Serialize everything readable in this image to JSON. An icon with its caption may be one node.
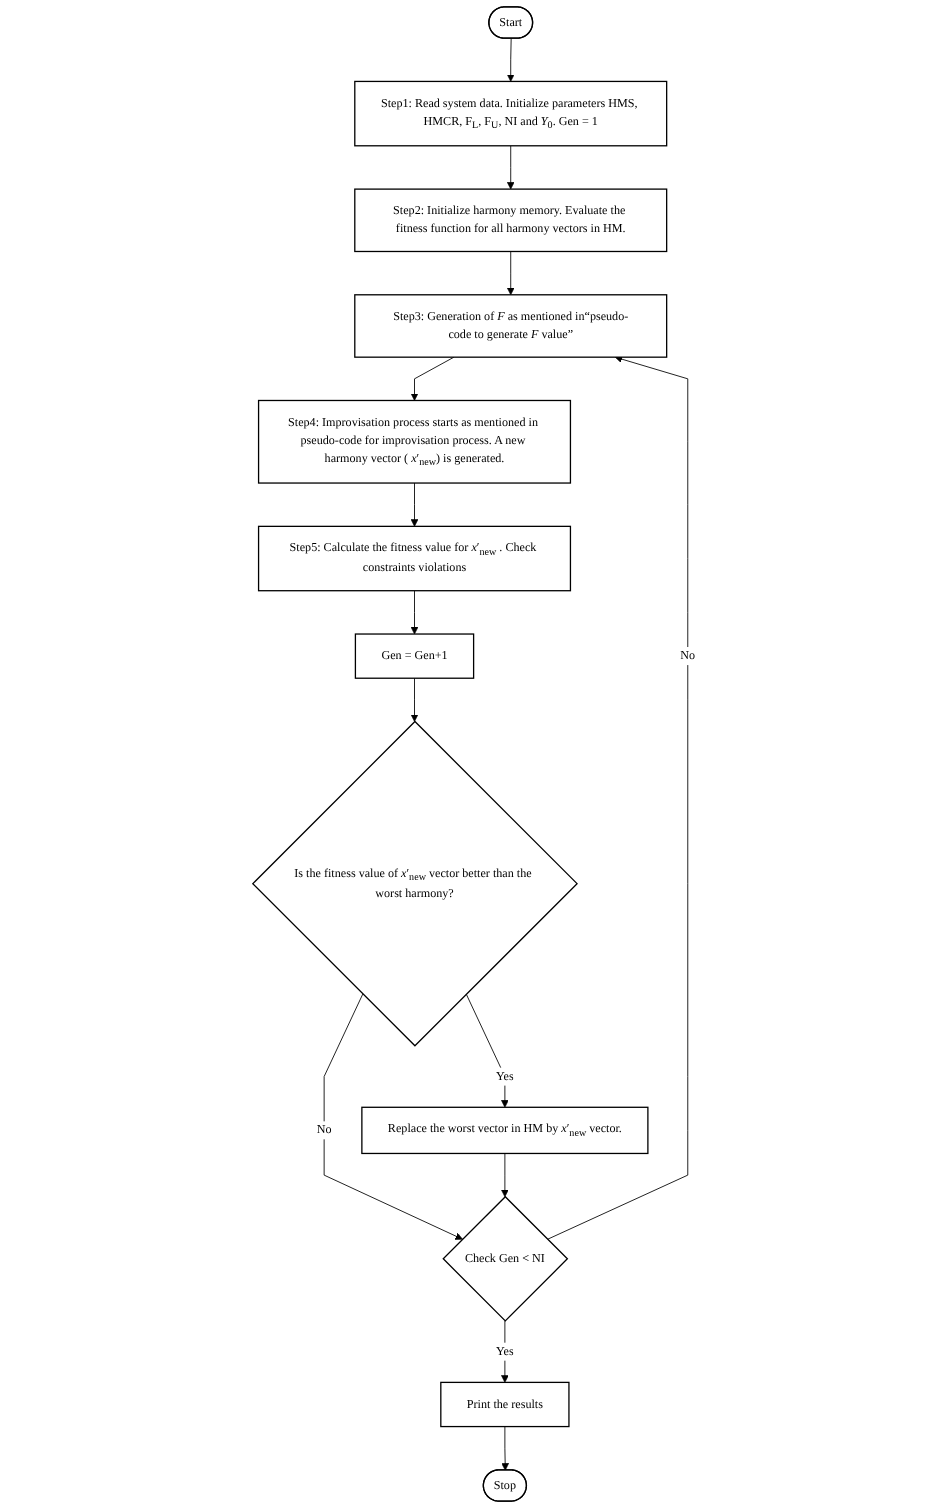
{
  "diagram": {
    "nodes": [
      {
        "text": [
          "Start"
        ]
      },
      {
        "text": [
          "Step1: Read system data. Initialize parameters HMS, HMCR, F$_{L}$, F$_{U}$, NI and *Y*$_{0}$. Gen = 1"
        ]
      },
      {
        "text": [
          "Step2: Initialize harmony memory. Evaluate the fitness function for all harmony vectors in HM."
        ]
      },
      {
        "text": [
          "Step3: Generation of *F* as mentioned in“pseudo-code to generate *F* value”"
        ]
      },
      {
        "text": [
          "Step4: Improvisation process starts as mentioned in pseudo-code for improvisation process. A new harmony vector ( *x*′$_{new}$) is generated."
        ]
      },
      {
        "text": [
          "Step5: Calculate the fitness value for *x*′$_{new}$ . Check constraints violations"
        ]
      },
      {
        "text": [
          "Gen = Gen+1"
        ]
      },
      {
        "text": [
          "Is the fitness value of *x*′$_{new}$ vector better than the worst harmony?"
        ]
      },
      {
        "text": [
          "Replace the worst vector in HM by *x*′$_{new}$ vector."
        ]
      },
      {
        "text": [
          "Check Gen < NI"
        ]
      },
      {
        "text": [
          "Print the results"
        ]
      },
      {
        "text": [
          "Stop"
        ]
      }
    ],
    "edges": [
      {
        "from": 0,
        "to": 1,
        "arrow": "to"
      },
      {
        "from": 1,
        "to": 2,
        "arrow": "to"
      },
      {
        "from": 2,
        "to": 3,
        "arrow": "to"
      },
      {
        "from": 3,
        "to": 4,
        "arrow": "to"
      },
      {
        "from": 4,
        "to": 5,
        "arrow": "to"
      },
      {
        "from": 5,
        "to": 6,
        "arrow": "to"
      },
      {
        "from": 6,
        "to": 7,
        "arrow": "to"
      },
      {
        "from": 7,
        "to": 8,
        "arrow": "to",
        "label": "Yes"
      },
      {
        "from": 7,
        "to": 9,
        "arrow": "to",
        "label": "No"
      },
      {
        "from": 8,
        "to": 9,
        "arrow": "to"
      },
      {
        "from": 9,
        "to": 3,
        "arrow": "to",
        "label": "No"
      },
      {
        "from": 9,
        "to": 10,
        "arrow": "to",
        "label": "Yes"
      },
      {
        "from": 10,
        "to": 11,
        "arrow": "to"
      }
    ]
  }
}
